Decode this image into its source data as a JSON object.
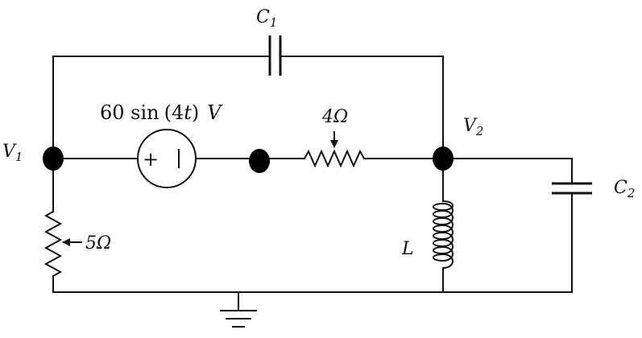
{
  "components": {
    "c1": {
      "symbol": "C",
      "sub": "1"
    },
    "c2": {
      "symbol": "C",
      "sub": "2"
    },
    "source": {
      "label_a": "60 sin",
      "label_b": "(4",
      "label_c": "t",
      "label_d": ")",
      "label_e": "V",
      "plus": "+",
      "minus": "−"
    },
    "r_series": {
      "label": "4Ω"
    },
    "r_shunt": {
      "label": "5Ω"
    },
    "inductor": {
      "label": "L"
    }
  },
  "nodes": {
    "v1": {
      "symbol": "V",
      "sub": "1"
    },
    "v2": {
      "symbol": "V",
      "sub": "2"
    }
  }
}
